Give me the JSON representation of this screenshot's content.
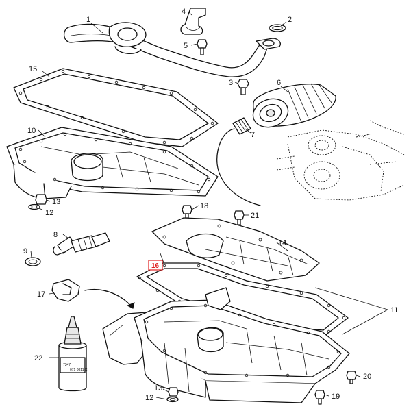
{
  "parts": [
    {
      "id": "p1",
      "label": "1"
    },
    {
      "id": "p2",
      "label": "2"
    },
    {
      "id": "p3",
      "label": "3"
    },
    {
      "id": "p4",
      "label": "4"
    },
    {
      "id": "p5",
      "label": "5"
    },
    {
      "id": "p6",
      "label": "6"
    },
    {
      "id": "p7",
      "label": "7"
    },
    {
      "id": "p8",
      "label": "8"
    },
    {
      "id": "p9",
      "label": "9"
    },
    {
      "id": "p10",
      "label": "10"
    },
    {
      "id": "p11",
      "label": "11"
    },
    {
      "id": "p12a",
      "label": "12"
    },
    {
      "id": "p12b",
      "label": "12"
    },
    {
      "id": "p13a",
      "label": "13"
    },
    {
      "id": "p13b",
      "label": "13"
    },
    {
      "id": "p14",
      "label": "14"
    },
    {
      "id": "p15",
      "label": "15"
    },
    {
      "id": "p16",
      "label": "16"
    },
    {
      "id": "p17",
      "label": "17"
    },
    {
      "id": "p18",
      "label": "18"
    },
    {
      "id": "p19",
      "label": "19"
    },
    {
      "id": "p20",
      "label": "20"
    },
    {
      "id": "p21",
      "label": "21"
    },
    {
      "id": "p22",
      "label": "22"
    }
  ],
  "highlight": {
    "part": "16",
    "color": "#e02020"
  },
  "bottle": {
    "line1": "7347",
    "line2": "071 0811 C"
  }
}
